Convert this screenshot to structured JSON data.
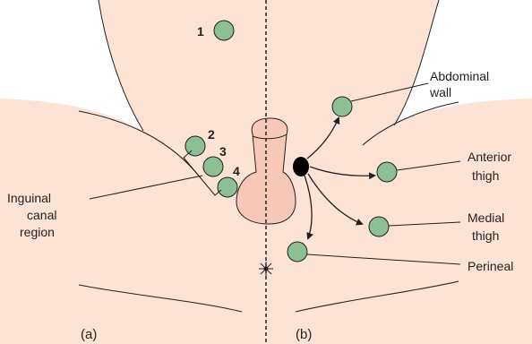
{
  "colors": {
    "skin": "#fde2d6",
    "genital": "#f7c8b8",
    "node_fill": "#8dbf95",
    "outline": "#231f20",
    "primary_node": "#000000",
    "background": "#ffffff"
  },
  "panel_a": {
    "label": "(a)",
    "node_numbers": [
      "1",
      "2",
      "3",
      "4"
    ],
    "region_label": [
      "Inguinal",
      "canal",
      "region"
    ]
  },
  "panel_b": {
    "label": "(b)",
    "targets": [
      {
        "name": "abdominal-wall",
        "lines": [
          "Abdominal",
          "wall"
        ]
      },
      {
        "name": "anterior-thigh",
        "lines": [
          "Anterior",
          "thigh"
        ]
      },
      {
        "name": "medial-thigh",
        "lines": [
          "Medial",
          "thigh"
        ]
      },
      {
        "name": "perineal",
        "lines": [
          "Perineal"
        ]
      }
    ]
  },
  "icons": {
    "node": "lymph-node-circle",
    "primary": "primary-lesion-oval",
    "anus": "anus-star"
  }
}
